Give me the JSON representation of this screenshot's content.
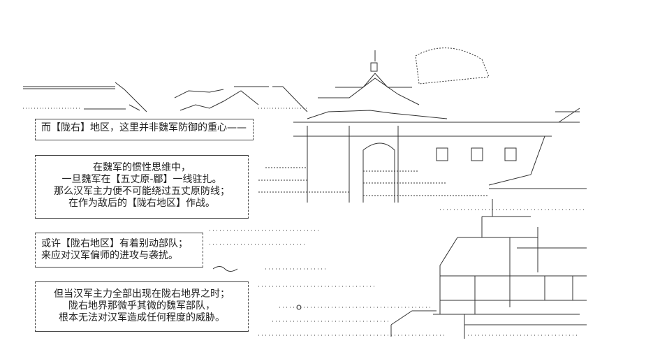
{
  "panels": [
    {
      "lines": [
        "而【陇右】地区，这里并非魏军防御的重心——"
      ]
    },
    {
      "lines": [
        "在魏军的惯性思维中，",
        "一旦魏军在【五丈原-郿】一线驻扎。",
        "那么汉军主力便不可能绕过五丈原防线；",
        "在作为敌后的【陇右地区】作战。"
      ]
    },
    {
      "lines": [
        "或许【陇右地区】有着别动部队；",
        "来应对汉军偏师的进攻与袭扰。"
      ]
    },
    {
      "lines": [
        "但当汉军主力全部出现在陇右地界之时；",
        "陇右地界那微乎其微的魏军部队，",
        "根本无法对汉军造成任何程度的威胁。"
      ]
    }
  ],
  "art_colors": {
    "ink": "#333333",
    "background": "#ffffff"
  }
}
